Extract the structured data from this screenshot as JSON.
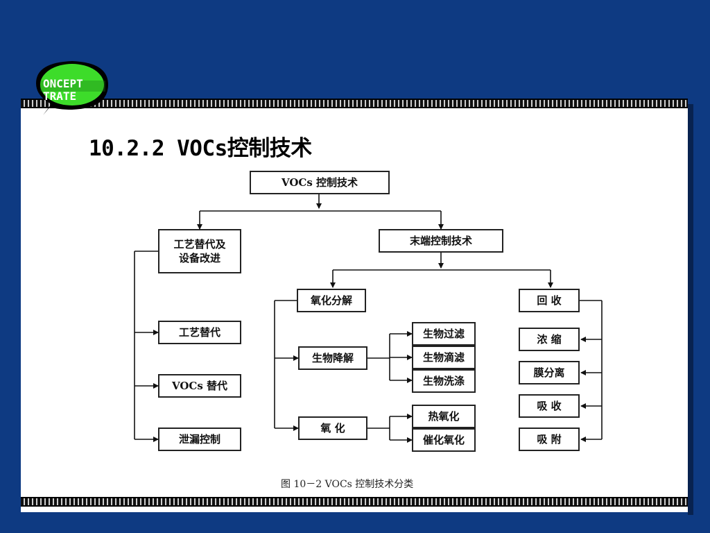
{
  "logo": {
    "text_line1": "ONCEPT",
    "text_line2": "TRATE"
  },
  "slide": {
    "title": "10.2.2 VOCs控制技术"
  },
  "diagram": {
    "nodes": {
      "root": "VOCs 控制技术",
      "process": "工艺替代及\n设备改进",
      "endcontrol": "末端控制技术",
      "proc_sub1": "工艺替代",
      "proc_sub2": "VOCs 替代",
      "proc_sub3": "泄漏控制",
      "oxidation_decomp": "氧化分解",
      "bio_degradation": "生物降解",
      "bio_filter": "生物过滤",
      "bio_drip": "生物滴滤",
      "bio_wash": "生物洗涤",
      "oxidation": "氧  化",
      "thermal_ox": "热氧化",
      "catalytic_ox": "催化氧化",
      "recovery": "回  收",
      "concentration": "浓  缩",
      "membrane": "膜分离",
      "absorption": "吸  收",
      "adsorption": "吸  附"
    },
    "caption": "图 10－2   VOCs 控制技术分类"
  },
  "colors": {
    "background": "#0e3a82",
    "panel": "#ffffff",
    "logo": "#3ddc2a"
  }
}
